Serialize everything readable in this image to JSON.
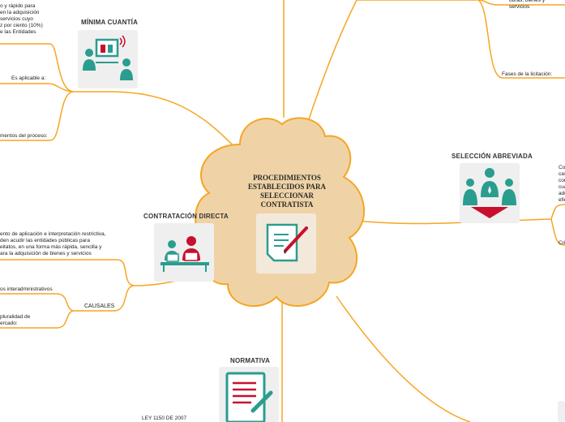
{
  "central": {
    "title": "PROCEDIMIENTOS ESTABLECIDOS PARA SELECCIONAR CONTRATISTA",
    "icon": "document-pen-icon"
  },
  "branches": {
    "minima_cuantia": {
      "label": "MÍNIMA CUANTÍA",
      "icon": "presentation-meeting-icon",
      "description": "o y rápido para\n en la adquisición\n servicios cuyo\nz por ciento (10%)\ne las Entidades",
      "applicable": "Es aplicable a:",
      "moments": "mentos del proceso:"
    },
    "contratacion_directa": {
      "label": "CONTRATACIÓN DIRECTA",
      "icon": "desk-meeting-icon",
      "description": "ento de aplicación e interpretación restrictiva,\nden acudir las entidades públicas para\neitatos, en una forma más rápida, sencilla y\nara la adquisición de bienes y servicios",
      "causales": "CAUSALES",
      "interadmin": "os interadministrativos",
      "pluralidad": " pluralidad de\nercado:"
    },
    "normativa": {
      "label": "NORMATIVA",
      "icon": "document-write-icon",
      "ley": "LEY 1150 DE 2007"
    },
    "seleccion_abreviada": {
      "label": "SELECCIÓN ABREVIADA",
      "icon": "group-selection-icon",
      "description": "Co\ncas\ncor\ncua\nadq\nefic",
      "criterios": "Cri"
    },
    "licitacion": {
      "obras": "obras, bienes y servicios",
      "fases": "Fases de la licitación:"
    }
  },
  "colors": {
    "link": "#f5a623",
    "cloud_fill": "#efd3a6",
    "cloud_stroke": "#f5a623",
    "teal": "#2a9d8f",
    "red": "#c8102e"
  }
}
